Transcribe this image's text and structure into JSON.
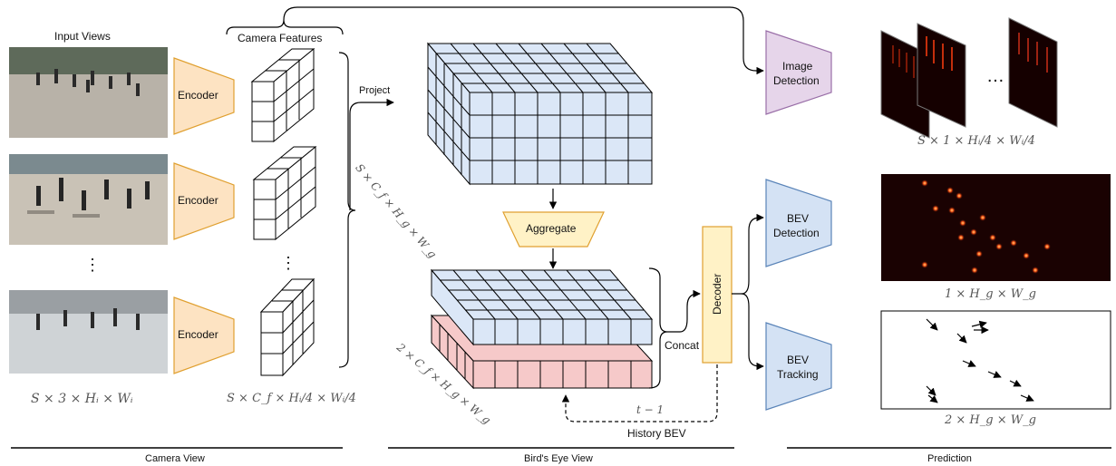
{
  "labels": {
    "input_views": "Input Views",
    "camera_features": "Camera Features",
    "encoder": "Encoder",
    "project": "Project",
    "aggregate": "Aggregate",
    "decoder": "Decoder",
    "concat": "Concat",
    "history_bev": "History BEV",
    "t_minus_1": "t − 1",
    "image_detection_l1": "Image",
    "image_detection_l2": "Detection",
    "bev_detection_l1": "BEV",
    "bev_detection_l2": "Detection",
    "bev_tracking_l1": "BEV",
    "bev_tracking_l2": "Tracking",
    "ellipsis_v": "⋮",
    "ellipsis_h": "…"
  },
  "formulas": {
    "input_shape": "S × 3 × Hᵢ × Wᵢ",
    "feature_shape": "S × C_f × Hᵢ/4 × Wᵢ/4",
    "projected_shape": "S × C_f × H_g × W_g",
    "concat_shape": "2 × C_f × H_g × W_g",
    "image_det_shape": "S × 1 × Hᵢ/4 × Wᵢ/4",
    "bev_det_shape": "1 × H_g × W_g",
    "bev_track_shape": "2 × H_g × W_g"
  },
  "sections": {
    "camera_view": "Camera View",
    "birds_eye_view": "Bird's Eye View",
    "prediction": "Prediction"
  },
  "colors": {
    "encoder_fill": "#fde3c2",
    "encoder_stroke": "#e0a030",
    "aggregate_fill": "#fff2c6",
    "image_det_fill": "#e6d5ea",
    "bev_head_fill": "#d4e2f4",
    "bev_volume": "#dbe7f7",
    "history_volume": "#f6c9c9"
  }
}
